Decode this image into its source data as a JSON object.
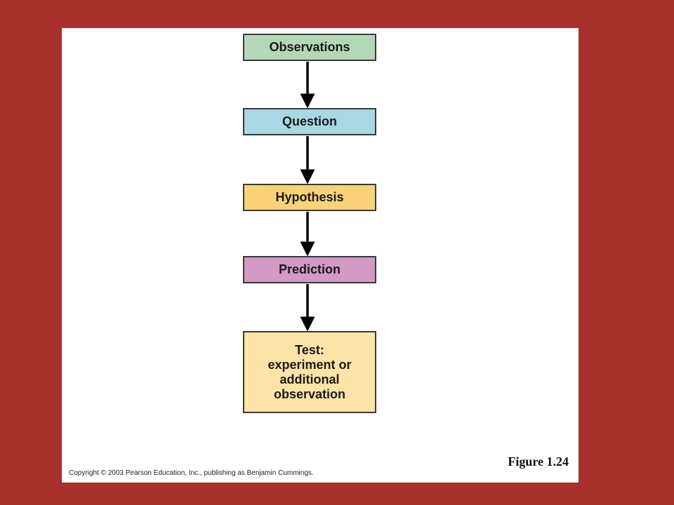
{
  "flowchart": {
    "steps": [
      {
        "id": "observations",
        "label": "Observations",
        "color": "#b3d8b8"
      },
      {
        "id": "question",
        "label": "Question",
        "color": "#a9d7e6"
      },
      {
        "id": "hypothesis",
        "label": "Hypothesis",
        "color": "#fad27a"
      },
      {
        "id": "prediction",
        "label": "Prediction",
        "color": "#d29ac4"
      },
      {
        "id": "test",
        "lines": [
          "Test:",
          "experiment or",
          "additional",
          "observation"
        ],
        "color": "#fde3a8"
      }
    ],
    "arrow_color": "#000000"
  },
  "figure_label": "Figure 1.24",
  "copyright": "Copyright © 2003 Pearson Education, Inc., publishing as Benjamin Cummings.",
  "colors": {
    "background": "#a8312c",
    "panel": "#ffffff"
  }
}
